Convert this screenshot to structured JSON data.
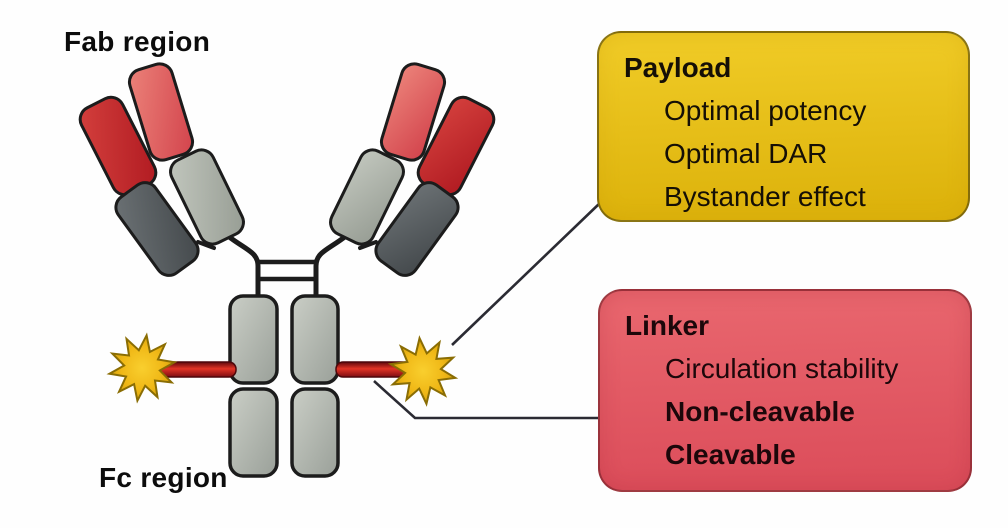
{
  "figure": {
    "fab_region_label": "Fab region",
    "fc_region_label": "Fc region"
  },
  "callouts": {
    "payload": {
      "title": "Payload",
      "items": [
        {
          "text": "Optimal potency"
        },
        {
          "text": "Optimal DAR"
        },
        {
          "text": "Bystander effect"
        }
      ]
    },
    "linker": {
      "title": "Linker",
      "items": [
        {
          "text": "Circulation stability"
        },
        {
          "text": "Non-cleavable"
        },
        {
          "text": "Cleavable"
        }
      ]
    }
  },
  "icons": {
    "payload": "star-burst-icon",
    "linker": "red-bar-link",
    "antibody": "y-shaped-igg-antibody"
  },
  "colors": {
    "payload_box_bg": "#e6c01a",
    "linker_box_bg": "#e25964",
    "antibody_red": "#c32026",
    "antibody_salmon": "#dc4f56",
    "antibody_dark_gray": "#565c5f",
    "antibody_light_gray": "#aeb3ab",
    "fc_gray": "#b4b9b1",
    "linker_bar_red": "#a80e16",
    "payload_star_gold": "#eeb818",
    "outline": "#1c1c1c",
    "connector_line": "#2b2b33",
    "background": "#fefefe"
  }
}
